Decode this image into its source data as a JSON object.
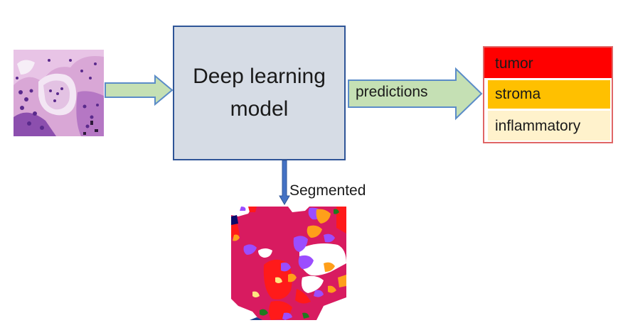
{
  "model": {
    "line1": "Deep learning",
    "line2": "model"
  },
  "predictions_label": "predictions",
  "classes": [
    {
      "label": "tumor",
      "color": "#ff0000"
    },
    {
      "label": "stroma",
      "color": "#ffc000"
    },
    {
      "label": "inflammatory",
      "color": "#fff2cc"
    }
  ],
  "segmented_label": "Segmented",
  "colors": {
    "arrow_fill": "#c5e0b4",
    "arrow_stroke": "#5b8cc8",
    "model_fill": "#d6dce5",
    "model_border": "#2f5597",
    "seg_tumor": "#d81b60",
    "seg_red": "#ff1a1a",
    "seg_purple": "#9b4dff",
    "seg_orange": "#ff9f1a"
  }
}
